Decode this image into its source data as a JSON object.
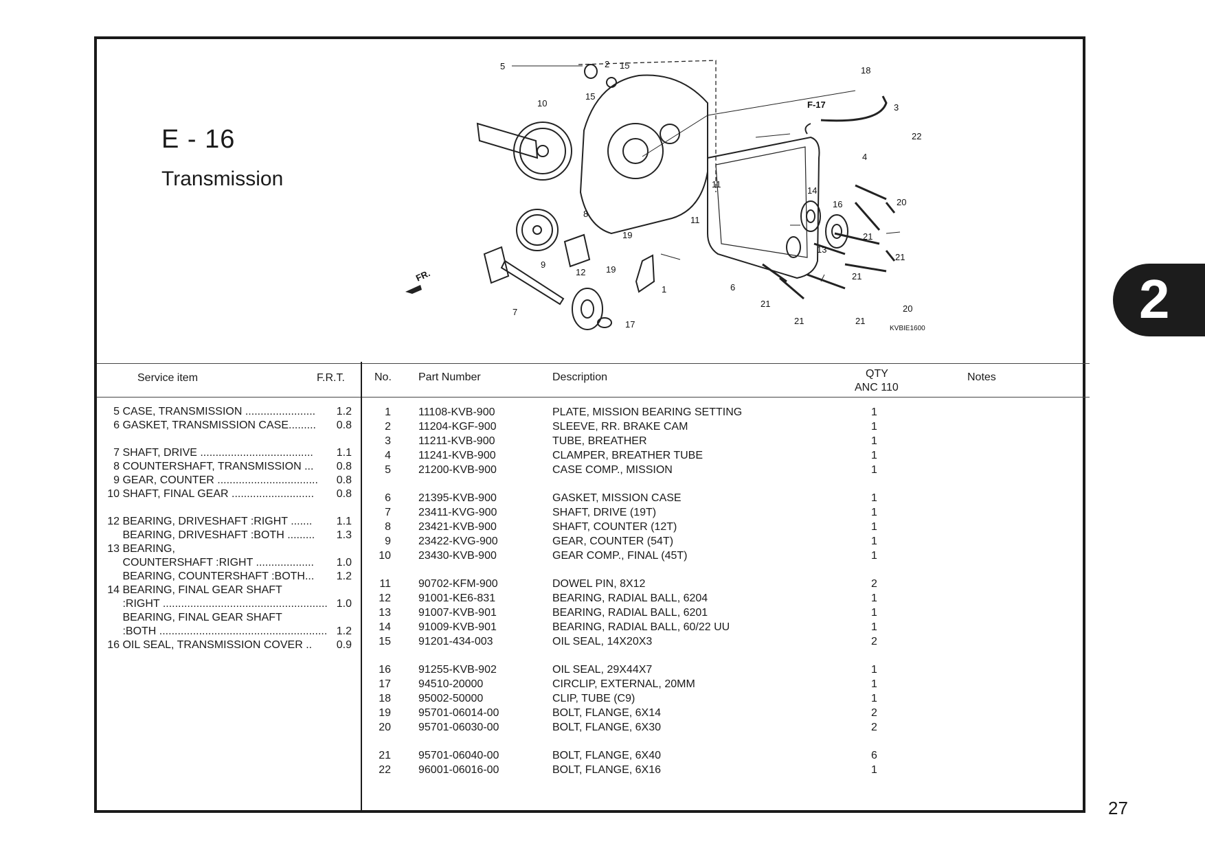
{
  "header": {
    "code": "E - 16",
    "title": "Transmission"
  },
  "diagram": {
    "callouts": [
      "5",
      "2",
      "15",
      "15",
      "10",
      "18",
      "3",
      "22",
      "4",
      "11",
      "11",
      "14",
      "16",
      "20",
      "21",
      "21",
      "13",
      "21",
      "8",
      "9",
      "19",
      "12",
      "19",
      "1",
      "6",
      "21",
      "20",
      "7",
      "17",
      "21",
      "21"
    ],
    "ref_code": "F-17",
    "image_code": "KVBIE1600",
    "direction_label": "FR."
  },
  "service_table": {
    "headers": {
      "item": "Service item",
      "frt": "F.R.T."
    },
    "rows": [
      {
        "no": "5",
        "desc": "CASE, TRANSMISSION .......................",
        "frt": "1.2"
      },
      {
        "no": "6",
        "desc": "GASKET, TRANSMISSION CASE.........",
        "frt": "0.8"
      },
      {
        "no": "7",
        "desc": "SHAFT, DRIVE .....................................",
        "frt": "1.1"
      },
      {
        "no": "8",
        "desc": "COUNTERSHAFT, TRANSMISSION ...",
        "frt": "0.8"
      },
      {
        "no": "9",
        "desc": "GEAR, COUNTER .................................",
        "frt": "0.8"
      },
      {
        "no": "10",
        "desc": "SHAFT, FINAL GEAR ...........................",
        "frt": "0.8"
      },
      {
        "no": "12",
        "desc": "BEARING, DRIVESHAFT :RIGHT .......",
        "frt": "1.1"
      },
      {
        "no": "",
        "desc": "BEARING, DRIVESHAFT :BOTH .........",
        "frt": "1.3"
      },
      {
        "no": "13",
        "desc": "BEARING,",
        "frt": ""
      },
      {
        "no": "",
        "desc": "COUNTERSHAFT :RIGHT ...................",
        "frt": "1.0"
      },
      {
        "no": "",
        "desc": "BEARING, COUNTERSHAFT :BOTH...",
        "frt": "1.2"
      },
      {
        "no": "14",
        "desc": "BEARING, FINAL GEAR SHAFT",
        "frt": ""
      },
      {
        "no": "",
        "desc": ":RIGHT ......................................................",
        "frt": "1.0"
      },
      {
        "no": "",
        "desc": "BEARING, FINAL GEAR SHAFT",
        "frt": ""
      },
      {
        "no": "",
        "desc": ":BOTH .......................................................",
        "frt": "1.2"
      },
      {
        "no": "16",
        "desc": "OIL SEAL, TRANSMISSION COVER ..",
        "frt": "0.9"
      }
    ]
  },
  "parts_table": {
    "headers": {
      "no": "No.",
      "part_number": "Part Number",
      "description": "Description",
      "qty": "QTY",
      "model": "ANC 110",
      "notes": "Notes"
    },
    "rows": [
      {
        "no": "1",
        "part": "11108-KVB-900",
        "desc": "PLATE, MISSION BEARING SETTING",
        "qty": "1"
      },
      {
        "no": "2",
        "part": "11204-KGF-900",
        "desc": "SLEEVE, RR. BRAKE CAM",
        "qty": "1"
      },
      {
        "no": "3",
        "part": "11211-KVB-900",
        "desc": "TUBE, BREATHER",
        "qty": "1"
      },
      {
        "no": "4",
        "part": "11241-KVB-900",
        "desc": "CLAMPER, BREATHER TUBE",
        "qty": "1"
      },
      {
        "no": "5",
        "part": "21200-KVB-900",
        "desc": "CASE COMP., MISSION",
        "qty": "1"
      },
      {
        "no": "6",
        "part": "21395-KVB-900",
        "desc": "GASKET, MISSION CASE",
        "qty": "1"
      },
      {
        "no": "7",
        "part": "23411-KVG-900",
        "desc": "SHAFT, DRIVE (19T)",
        "qty": "1"
      },
      {
        "no": "8",
        "part": "23421-KVB-900",
        "desc": "SHAFT, COUNTER (12T)",
        "qty": "1"
      },
      {
        "no": "9",
        "part": "23422-KVG-900",
        "desc": "GEAR, COUNTER (54T)",
        "qty": "1"
      },
      {
        "no": "10",
        "part": "23430-KVB-900",
        "desc": "GEAR COMP., FINAL (45T)",
        "qty": "1"
      },
      {
        "no": "11",
        "part": "90702-KFM-900",
        "desc": "DOWEL PIN, 8X12",
        "qty": "2"
      },
      {
        "no": "12",
        "part": "91001-KE6-831",
        "desc": "BEARING, RADIAL BALL, 6204",
        "qty": "1"
      },
      {
        "no": "13",
        "part": "91007-KVB-901",
        "desc": "BEARING, RADIAL BALL, 6201",
        "qty": "1"
      },
      {
        "no": "14",
        "part": "91009-KVB-901",
        "desc": "BEARING, RADIAL BALL, 60/22 UU",
        "qty": "1"
      },
      {
        "no": "15",
        "part": "91201-434-003",
        "desc": "OIL SEAL, 14X20X3",
        "qty": "2"
      },
      {
        "no": "16",
        "part": "91255-KVB-902",
        "desc": "OIL SEAL, 29X44X7",
        "qty": "1"
      },
      {
        "no": "17",
        "part": "94510-20000",
        "desc": "CIRCLIP, EXTERNAL, 20MM",
        "qty": "1"
      },
      {
        "no": "18",
        "part": "95002-50000",
        "desc": "CLIP, TUBE (C9)",
        "qty": "1"
      },
      {
        "no": "19",
        "part": "95701-06014-00",
        "desc": "BOLT, FLANGE, 6X14",
        "qty": "2"
      },
      {
        "no": "20",
        "part": "95701-06030-00",
        "desc": "BOLT, FLANGE, 6X30",
        "qty": "2"
      },
      {
        "no": "21",
        "part": "95701-06040-00",
        "desc": "BOLT, FLANGE, 6X40",
        "qty": "6"
      },
      {
        "no": "22",
        "part": "96001-06016-00",
        "desc": "BOLT, FLANGE, 6X16",
        "qty": "1"
      }
    ]
  },
  "chapter_tab": "2",
  "page_number": "27"
}
